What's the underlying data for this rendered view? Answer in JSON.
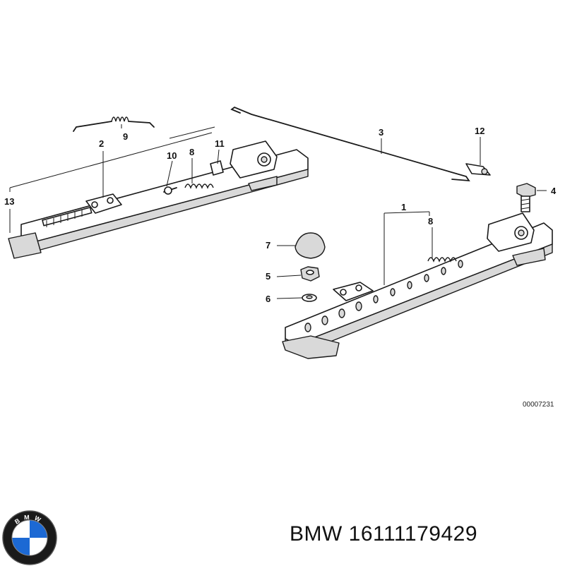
{
  "diagram": {
    "callouts": {
      "c1": "1",
      "c2": "2",
      "c3": "3",
      "c4": "4",
      "c5": "5",
      "c6": "6",
      "c7": "7",
      "c8a": "8",
      "c8b": "8",
      "c9": "9",
      "c10": "10",
      "c11": "11",
      "c12": "12",
      "c13": "13"
    },
    "reference_number": "00007231"
  },
  "brand": {
    "logo_text": "BMW",
    "part_label": "BMW 16111179429",
    "colors": {
      "blue": "#1c69d4",
      "black": "#000000",
      "white": "#ffffff"
    }
  }
}
